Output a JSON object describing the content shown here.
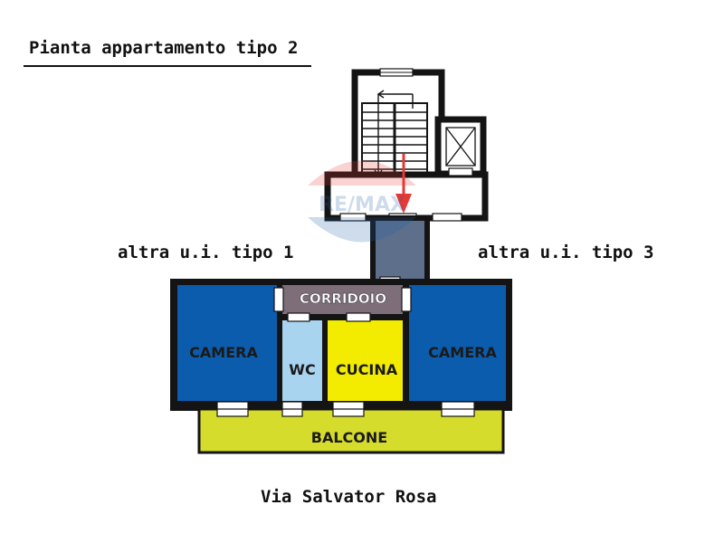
{
  "title": "Pianta appartamento tipo 2",
  "neighbors": {
    "left": "altra u.i. tipo 1",
    "right": "altra u.i. tipo 3"
  },
  "rooms": {
    "corridor": "CORRIDOIO",
    "bedroom_left": "CAMERA",
    "wc": "WC",
    "kitchen": "CUCINA",
    "bedroom_right": "CAMERA",
    "balcony": "BALCONE"
  },
  "street": "Via Salvator Rosa",
  "watermark": "RE/MAX",
  "colors": {
    "camera": "#0b5cad",
    "wc": "#a8d4f0",
    "cucina": "#f3ec00",
    "balcone": "#d6dc2c",
    "corridoio": "#7d6e7a",
    "landing": "#5e6f8c",
    "wall": "#141414",
    "stair_arrow": "#e53935"
  }
}
